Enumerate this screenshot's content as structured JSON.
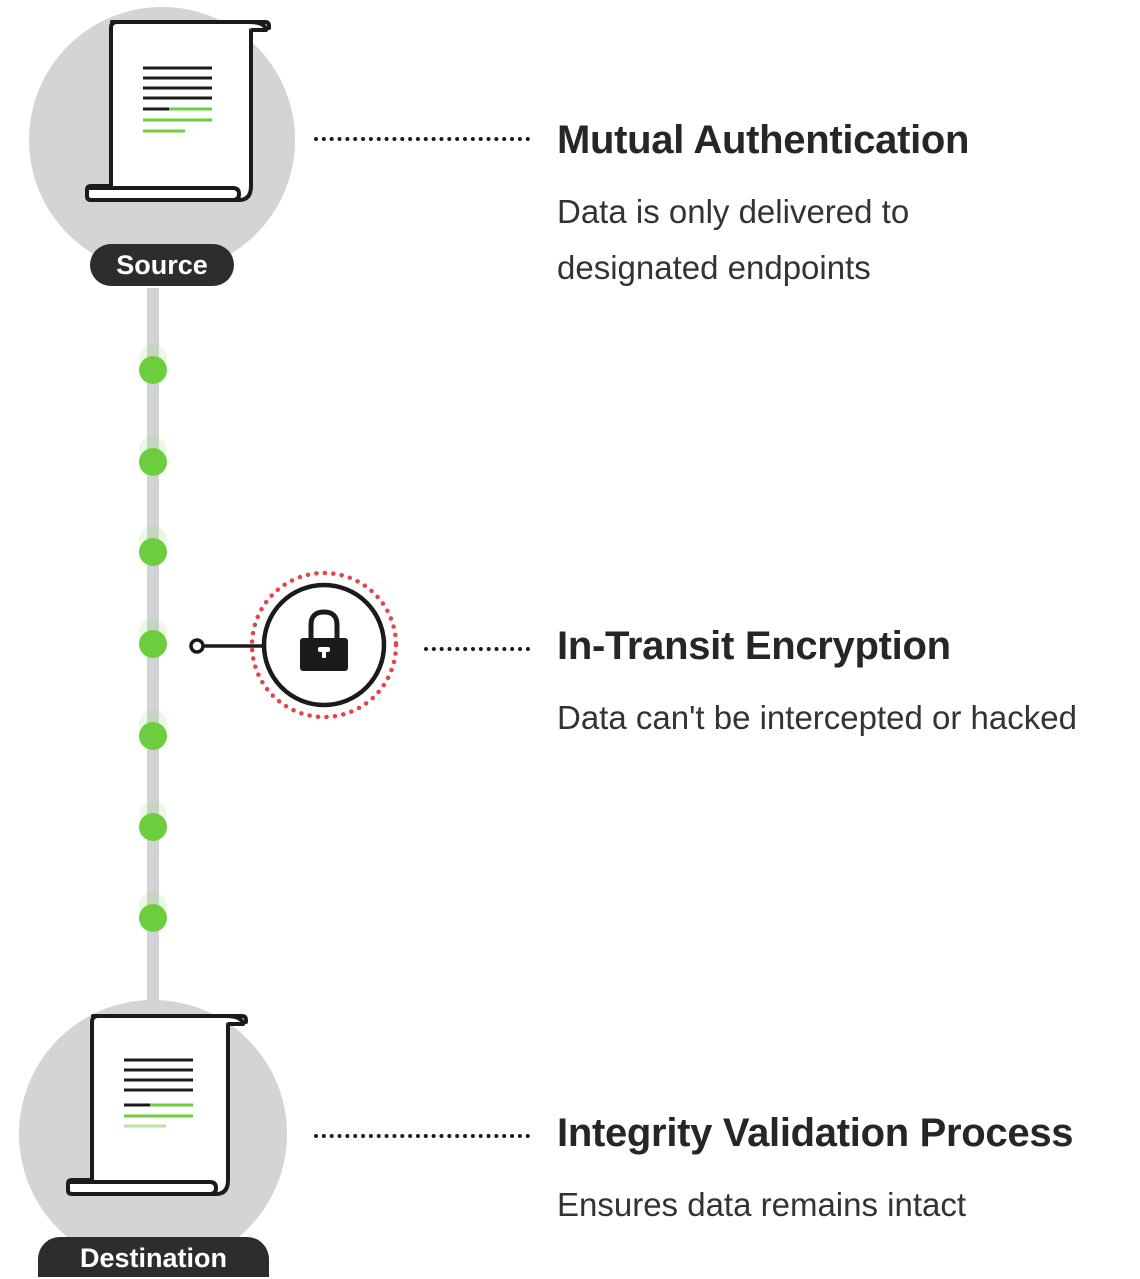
{
  "nodes": {
    "source_label": "Source",
    "destination_label": "Destination"
  },
  "features": [
    {
      "title": "Mutual Authentication",
      "description_lines": [
        "Data is only delivered to",
        "designated endpoints"
      ]
    },
    {
      "title": "In-Transit Encryption",
      "description_lines": [
        "Data can't be intercepted or hacked"
      ]
    },
    {
      "title": "Integrity Validation Process",
      "description_lines": [
        "Ensures data remains intact"
      ]
    }
  ],
  "icons": {
    "source": "document-icon",
    "destination": "document-icon",
    "encryption": "padlock-icon"
  },
  "colors": {
    "data_packet_green": "#6ccd3f",
    "pipe_gray": "#d2d3d5",
    "endpoint_gray": "#d3d4d6",
    "label_dark": "#2d2d2d",
    "lock_ring_red": "#e0464c"
  }
}
